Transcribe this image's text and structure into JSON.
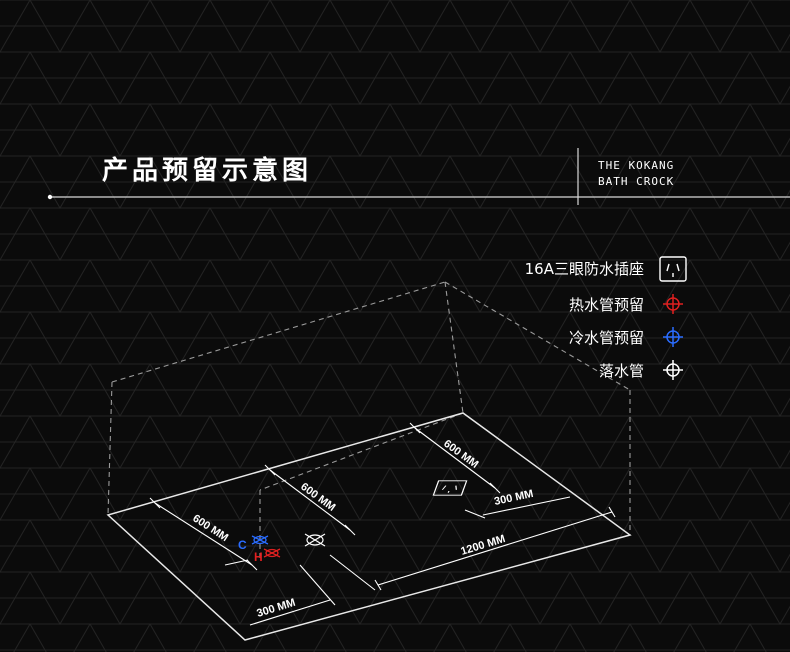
{
  "header": {
    "title": "产品预留示意图",
    "brand_line1": "THE KOKANG",
    "brand_line2": "BATH CROCK"
  },
  "legend": [
    {
      "label": "16A三眼防水插座",
      "icon": "socket-icon",
      "color": "#ffffff"
    },
    {
      "label": "热水管预留",
      "icon": "crosshair-icon",
      "color": "#e02020"
    },
    {
      "label": "冷水管预留",
      "icon": "crosshair-icon",
      "color": "#2a6cff"
    },
    {
      "label": "落水管",
      "icon": "crosshair-icon",
      "color": "#ffffff"
    }
  ],
  "dimensions": {
    "left_depth": "600 MM",
    "middle_depth": "600 MM",
    "right_depth": "600 MM",
    "socket_offset": "300 MM",
    "bottom_offset": "300 MM",
    "length": "1200 MM"
  },
  "markers": {
    "cold": "C",
    "hot": "H"
  },
  "colors": {
    "background": "#0b0b0b",
    "grid": "#2a2a2a",
    "hot": "#e02020",
    "cold": "#2a6cff"
  }
}
